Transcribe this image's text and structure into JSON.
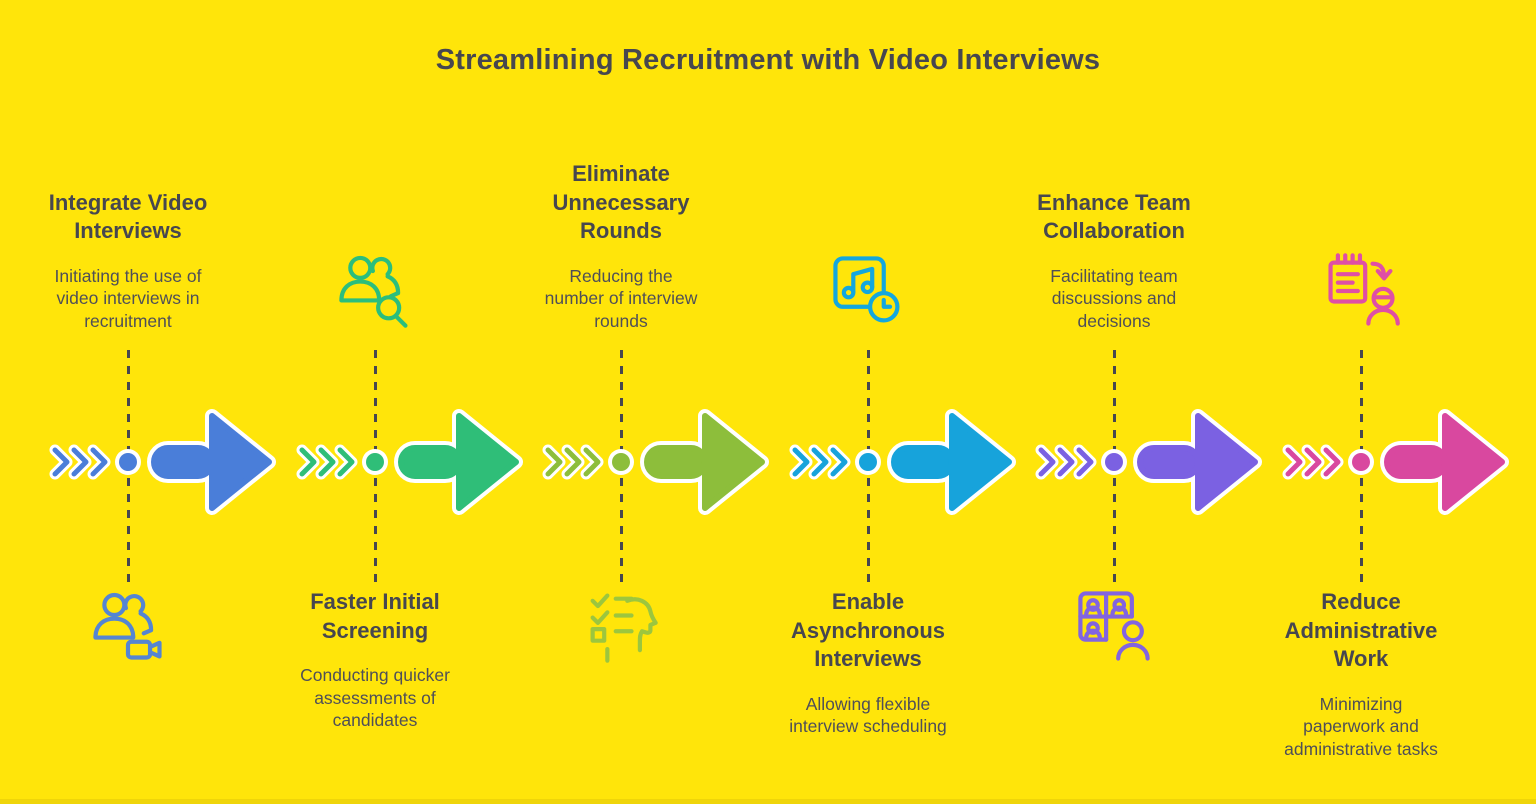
{
  "title": "Streamlining Recruitment with Video Interviews",
  "colors": {
    "background": "#FFE50A",
    "text": "#47474F",
    "dashed_line": "#47474F"
  },
  "steps": [
    {
      "heading": "Integrate Video Interviews",
      "description": "Initiating the use of video interviews in recruitment",
      "icon": "people-video-icon",
      "color": "#4A7ED9",
      "text_position": "top",
      "icon_position": "bottom"
    },
    {
      "heading": "Faster Initial Screening",
      "description": "Conducting quicker assessments of candidates",
      "icon": "people-search-icon",
      "color": "#2FBE78",
      "text_position": "bottom",
      "icon_position": "top"
    },
    {
      "heading": "Eliminate Unnecessary Rounds",
      "description": "Reducing the number of interview rounds",
      "icon": "checklist-head-icon",
      "color": "#8DBE3B",
      "text_position": "top",
      "icon_position": "bottom"
    },
    {
      "heading": "Enable Asynchronous Interviews",
      "description": "Allowing flexible interview scheduling",
      "icon": "music-clock-icon",
      "color": "#17A3DB",
      "text_position": "bottom",
      "icon_position": "top"
    },
    {
      "heading": "Enhance Team Collaboration",
      "description": "Facilitating team discussions and decisions",
      "icon": "video-call-grid-icon",
      "color": "#7B61E2",
      "text_position": "top",
      "icon_position": "bottom"
    },
    {
      "heading": "Reduce Administrative Work",
      "description": "Minimizing paperwork and administrative tasks",
      "icon": "notepad-person-icon",
      "color": "#D9489F",
      "text_position": "bottom",
      "icon_position": "top"
    }
  ]
}
